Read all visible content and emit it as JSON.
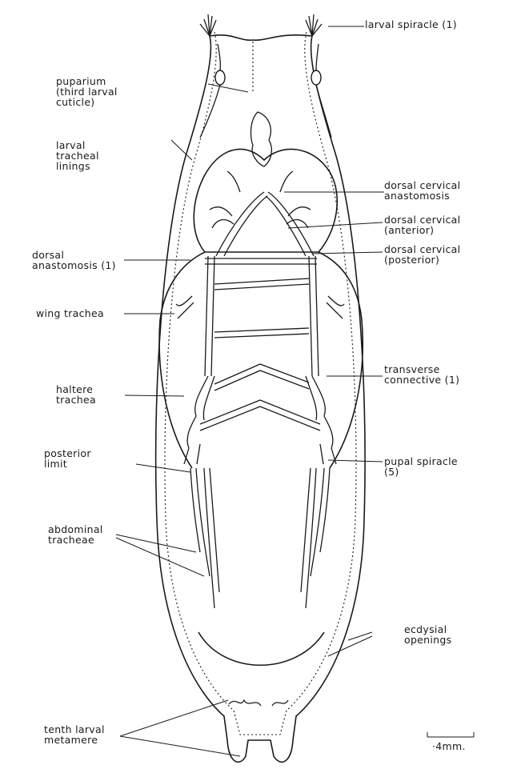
{
  "labels": {
    "larval_spiracle": "larval spiracle (1)",
    "puparium": "puparium\n(third larval\ncuticle)",
    "larval_tracheal_linings": "larval\ntracheal\nlinings",
    "dorsal_cervical_anastomosis": "dorsal cervical\nanastomosis",
    "dorsal_cervical_anterior": "dorsal cervical\n(anterior)",
    "dorsal_cervical_posterior": "dorsal cervical\n(posterior)",
    "dorsal_anastomosis": "dorsal\nanastomosis (1)",
    "wing_trachea": "wing trachea",
    "transverse_connective": "transverse\nconnective (1)",
    "haltere_trachea": "haltere\ntrachea",
    "posterior_limit": "posterior\nlimit",
    "pupal_spiracle": "pupal spiracle\n(5)",
    "abdominal_tracheae": "abdominal\ntracheae",
    "ecdysial_openings": "ecdysial\nopenings",
    "tenth_larval_metamere": "tenth larval\nmetamere"
  },
  "scale_bar": {
    "label": "·4mm."
  }
}
